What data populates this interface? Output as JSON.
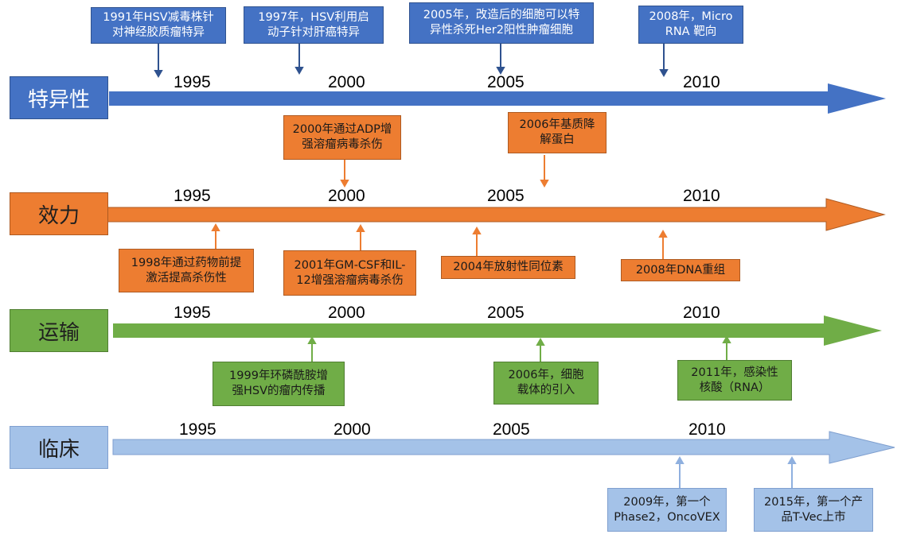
{
  "colors": {
    "specificity": "#4472c4",
    "potency": "#ed7d31",
    "transport": "#70ad47",
    "clinical": "#a4c2e8"
  },
  "lanes": {
    "specificity": {
      "label": "特异性",
      "years": [
        "1995",
        "2000",
        "2005",
        "2010"
      ],
      "events": [
        "1991年HSV减毒株针\n对神经胶质瘤特异",
        "1997年，HSV利用启\n动子针对肝癌特异",
        "2005年，改造后的细胞可以特\n异性杀死Her2阳性肿瘤细胞",
        "2008年，Micro\nRNA 靶向"
      ]
    },
    "potency": {
      "label": "效力",
      "years": [
        "1995",
        "2000",
        "2005",
        "2010"
      ],
      "events_above": [
        "2000年通过ADP增\n强溶瘤病毒杀伤",
        "2006年基质降\n解蛋白"
      ],
      "events_below": [
        "1998年通过药物前提\n激活提高杀伤性",
        "2001年GM-CSF和IL-\n12增强溶瘤病毒杀伤",
        "2004年放射性同位素",
        "2008年DNA重组"
      ]
    },
    "transport": {
      "label": "运输",
      "years": [
        "1995",
        "2000",
        "2005",
        "2010"
      ],
      "events": [
        "1999年环磷酰胺增\n强HSV的瘤内传播",
        "2006年，细胞\n载体的引入",
        "2011年，感染性\n核酸（RNA）"
      ]
    },
    "clinical": {
      "label": "临床",
      "years": [
        "1995",
        "2000",
        "2005",
        "2010"
      ],
      "events": [
        "2009年，第一个\nPhase2，OncoVEX",
        "2015年，第一个产\n品T-Vec上市"
      ]
    }
  }
}
